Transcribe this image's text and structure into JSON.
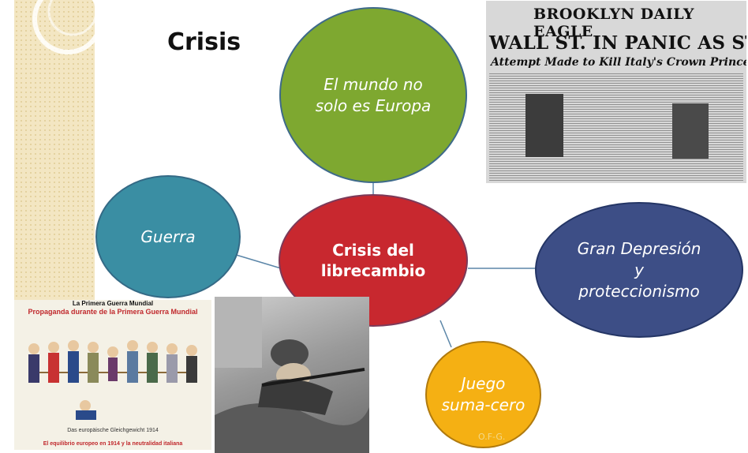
{
  "slide": {
    "title": "Crisis",
    "watermark": "O.F-G."
  },
  "nodes": {
    "center": "Crisis del librecambio",
    "top": "El mundo no solo es Europa",
    "left": "Guerra",
    "right": "Gran Depresión y proteccionismo",
    "bottom": "Juego suma-cero"
  },
  "newspaper": {
    "masthead": "BROOKLYN DAILY EAGLE",
    "headline": "WALL ST. IN PANIC AS STOCKS CRASH",
    "subhead": "Attempt Made to Kill Italy's Crown Prince"
  },
  "poster": {
    "title": "La Primera Guerra Mundial",
    "subtitle": "Propaganda durante de la Primera Guerra Mundial",
    "caption": "Das europäische Gleichgewicht 1914",
    "footer": "El equilibrio europeo en 1914 y la neutralidad italiana"
  },
  "colors": {
    "center": "#c8282f",
    "top": "#7ea830",
    "left": "#3a8ea3",
    "right": "#3d4e86",
    "bottom": "#f5b013"
  }
}
